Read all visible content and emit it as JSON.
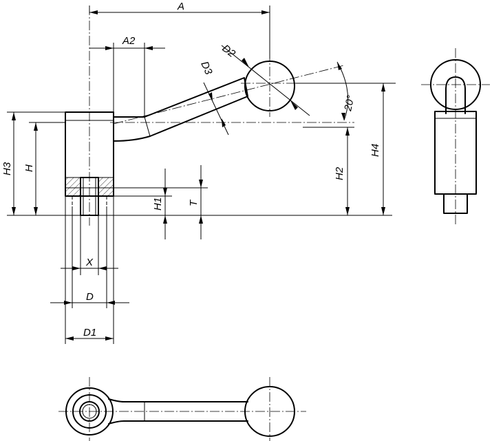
{
  "dimensions": {
    "A": "A",
    "A2": "A2",
    "D2": "D2",
    "D3": "D3",
    "angle": "20°",
    "H3": "H3",
    "H": "H",
    "H2": "H2",
    "H4": "H4",
    "H1": "H1",
    "T": "T",
    "X": "X",
    "D": "D",
    "D1": "D1"
  }
}
